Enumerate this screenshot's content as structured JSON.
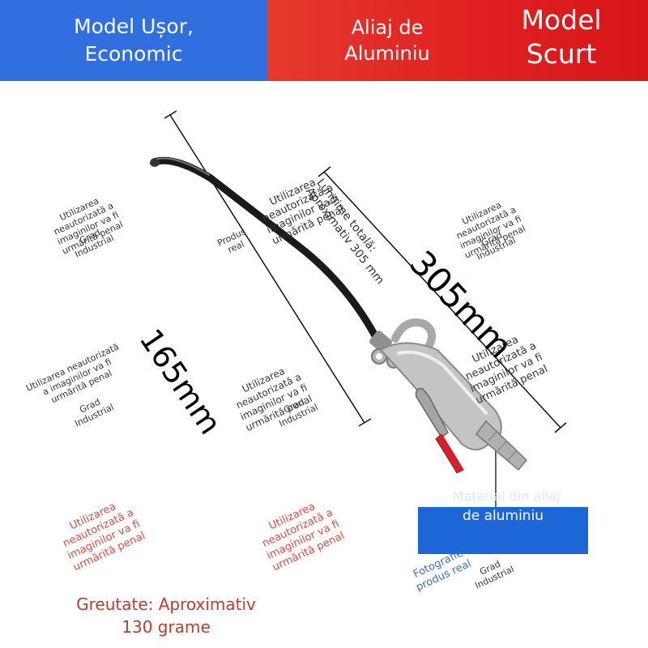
{
  "header": {
    "left_line1": "Model Ușor,",
    "left_line2": "Economic",
    "mid_line1": "Aliaj de",
    "mid_line2": "Aluminiu",
    "right_line1": "Model",
    "right_line2": "Scurt"
  },
  "dimensions": {
    "total_length": "305mm",
    "tube_length": "165mm",
    "total_note_line1": "Lungime totală:",
    "total_note_line2": "Aproximativ 305 mm"
  },
  "watermarks": {
    "unauthorized_line1": "Utilizarea",
    "unauthorized_line2": "neautorizată a",
    "unauthorized_line3": "imaginilor va fi",
    "unauthorized_line4": "urmărită penal",
    "unauth_b1": "Utilizarea neautorizată",
    "unauth_b2": "a imaginilor va fi",
    "unauth_b3": "urmărită penal",
    "grade_line1": "Grad",
    "grade_line2": "Industrial",
    "product_line1": "Produs",
    "product_line2": "real",
    "photo_line1": "Fotografie",
    "photo_line2": "produs real"
  },
  "weight_line1": "Greutate: Aproximativ",
  "weight_line2": "130 grame",
  "material_label": "de aluminiu",
  "material_faint": "Material din aliaj",
  "colors": {
    "header_blue": "#2f6fe0",
    "header_red": "#e02020",
    "trigger_red": "#d8202a",
    "material_blue": "#1d66d8"
  }
}
